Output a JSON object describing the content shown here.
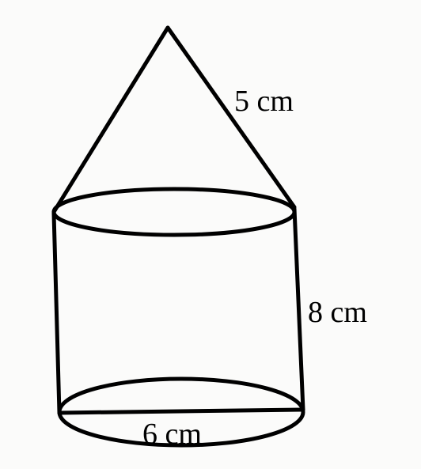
{
  "labels": {
    "slant_height": "5 cm",
    "cylinder_height": "8 cm",
    "base_diameter": "6 cm"
  },
  "colors": {
    "ink": "#000000",
    "paper": "#fbfbfa"
  }
}
